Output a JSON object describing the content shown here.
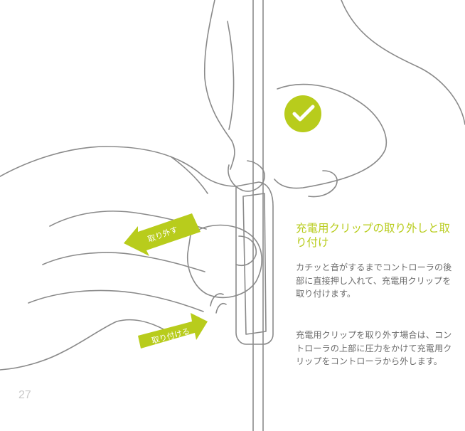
{
  "section": {
    "title": "充電用クリップの取り外しと取り付け",
    "paragraphs": [
      "カチッと音がするまでコントローラの後部に直接押し入れて、充電用クリップを取り付けます。",
      "充電用クリップを取り外す場合は、コントローラの上部に圧力をかけて充電用クリップをコントローラから外します。"
    ]
  },
  "illustration": {
    "remove_label": "取り外す",
    "attach_label": "取り付ける",
    "accent_color": "#b8cc1c",
    "check_icon": "check-circle-icon"
  },
  "page": {
    "number": "27"
  }
}
